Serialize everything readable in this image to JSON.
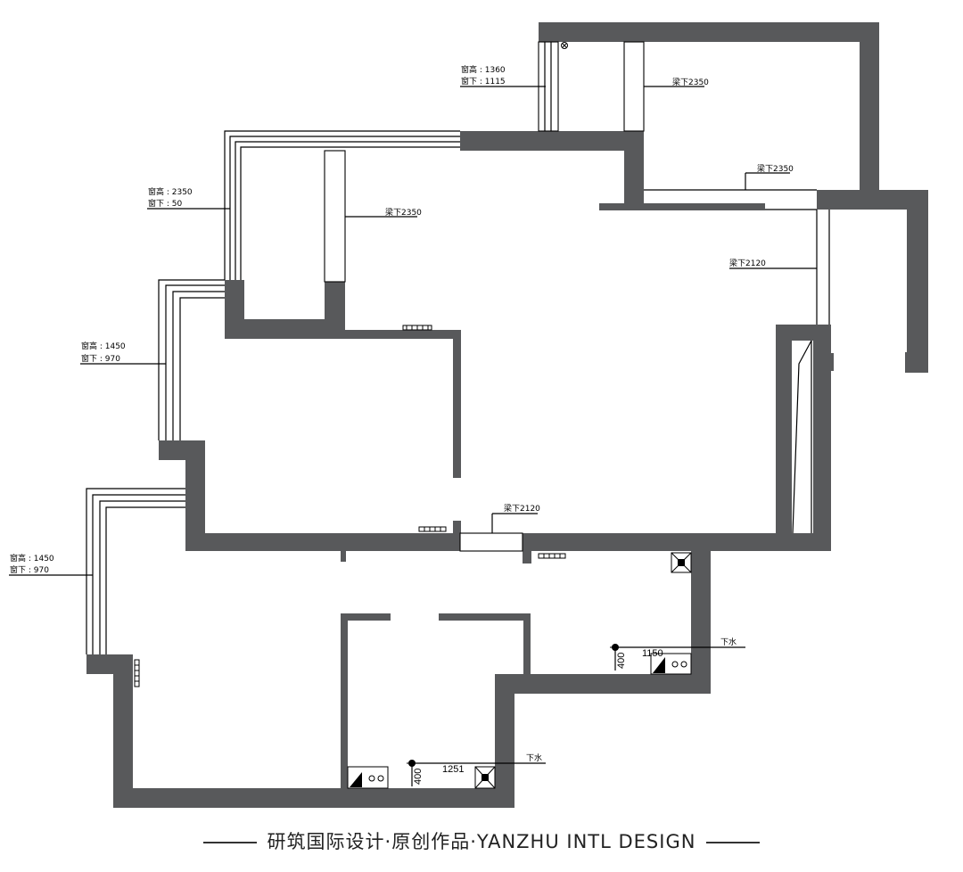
{
  "annotations": {
    "win_top_h": "窗高 : 1360",
    "win_top_s": "窗下 : 1115",
    "win_left1_h": "窗高 : 2350",
    "win_left1_s": "窗下 : 50",
    "win_left2_h": "窗高 : 1450",
    "win_left2_s": "窗下 : 970",
    "win_left3_h": "窗高 : 1450",
    "win_left3_s": "窗下 : 970",
    "beam_top": "梁下2350",
    "beam_left": "梁下2350",
    "beam_right": "梁下2350",
    "beam_right_vert": "梁下2120",
    "beam_mid": "梁下2120",
    "drain_1": "下水",
    "drain_2": "下水",
    "dim_1150": "1150",
    "dim_400_a": "400",
    "dim_1251": "1251",
    "dim_400_b": "400"
  },
  "footer": {
    "text": "研筑国际设计·原创作品·YANZHU INTL DESIGN"
  }
}
